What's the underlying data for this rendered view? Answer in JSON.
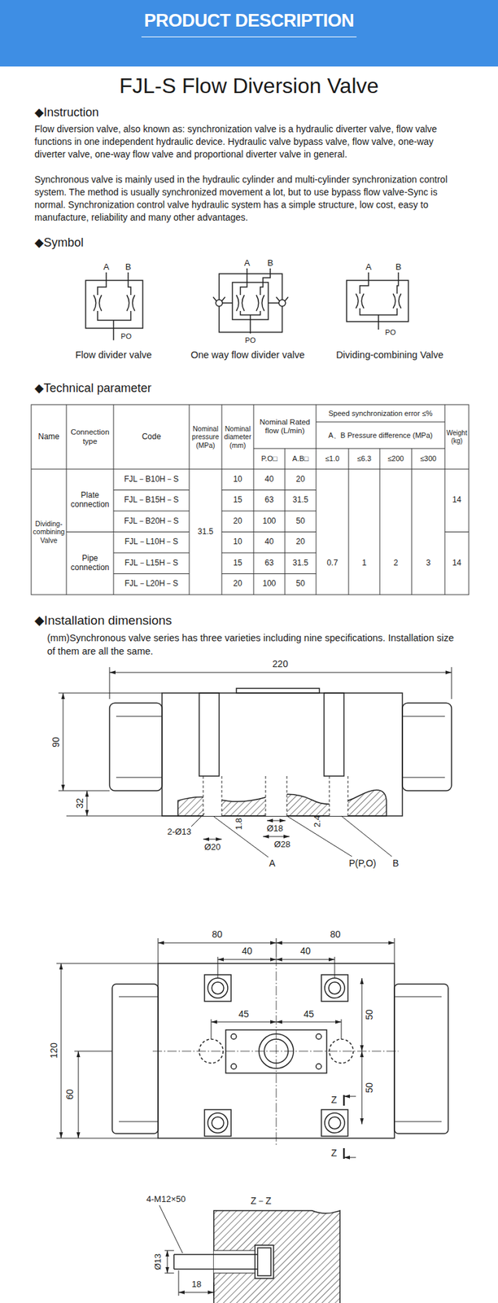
{
  "diagram": {
    "title": "FJL-S Flow Diversion Valve",
    "nodes": [
      {
        "text": [
          "PRODUCT DESCRIPTION"
        ]
      }
    ],
    "labels": [
      "◆Instruction",
      "Flow diversion valve, also known as: synchronization valve is a hydraulic diverter valve, flow valve functions in one independent hydraulic device. Hydraulic valve bypass valve, flow valve, one-way diverter valve, one-way flow valve and proportional diverter valve in general.",
      "Synchronous valve is mainly used in the hydraulic cylinder and multi-cylinder synchronization control system. The method is usually synchronized movement a lot, but to use bypass flow valve-Sync is normal. Synchronization control valve hydraulic system has a simple structure, low cost, easy to manufacture, reliability and many other advantages.",
      "◆Symbol",
      "A",
      "B",
      "PO",
      "Flow divider valve",
      "A",
      "B",
      "PO",
      "One way flow divider valve",
      "A",
      "B",
      "PO",
      "Dividing-combining Valve",
      "◆Technical parameter",
      "Name",
      "Connection type",
      "Code",
      "Nominal pressure (MPa)",
      "Nominal diameter (mm)",
      "Nominal Rated flow (L/min)",
      "P.O□",
      "A.B□",
      "Speed synchronization error ≤%",
      "A、B Pressure difference (MPa)",
      "≤1.0",
      "≤6.3",
      "≤200",
      "≤300",
      "Weight (kg)",
      "Dividing-combining Valve",
      "Plate connection",
      "FJL－B10H－S",
      "10",
      "40",
      "20",
      "FJL－B15H－S",
      "15",
      "63",
      "31.5",
      "FJL－B20H－S",
      "20",
      "100",
      "50",
      "31.5",
      "0.7",
      "1",
      "2",
      "3",
      "14",
      "Pipe connection",
      "FJL－L10H－S",
      "10",
      "40",
      "20",
      "FJL－L15H－S",
      "15",
      "63",
      "31.5",
      "FJL－L20H－S",
      "20",
      "100",
      "50",
      "14",
      "◆Installation dimensions",
      "(mm)Synchronous valve series has three varieties including nine specifications. Installation size of them are all the same.",
      "220",
      "90",
      "32",
      "2-Ø13",
      "Ø20",
      "1.8",
      "Ø18",
      "Ø28",
      "2.4",
      "A",
      "P(P,O)",
      "B",
      "80",
      "80",
      "40",
      "40",
      "45",
      "45",
      "50",
      "50",
      "120",
      "60",
      "Z",
      "Z",
      "4-M12×50",
      "Z－Z",
      "Ø13",
      "18"
    ]
  }
}
